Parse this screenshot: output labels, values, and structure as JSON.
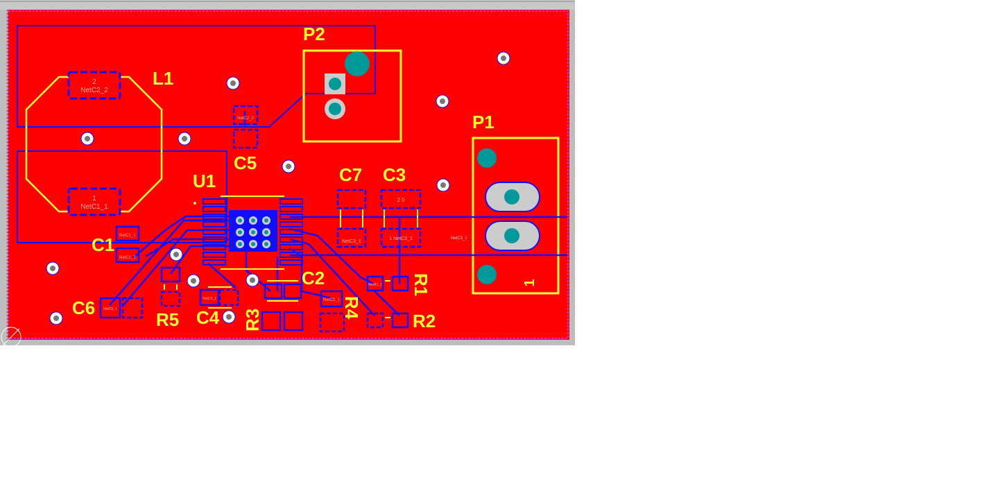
{
  "board": {
    "colors": {
      "copper": "#ff0000",
      "trace": "#1010ff",
      "silkscreen": "#ffff33",
      "pad": "#009999",
      "outline": "#cc33cc",
      "window_bg": "#bdbdbd"
    }
  },
  "components": {
    "L1": "L1",
    "P2": "P2",
    "P1": "P1",
    "U1": "U1",
    "C1": "C1",
    "C2": "C2",
    "C3": "C3",
    "C4": "C4",
    "C5": "C5",
    "C6": "C6",
    "C7": "C7",
    "R1": "R1",
    "R2": "R2",
    "R3": "R3",
    "R4": "R4",
    "R5": "R5",
    "P1_pin1": "1"
  },
  "pads": {
    "L1_top_num": "2",
    "L1_top_net": "NetC2_2",
    "L1_bot_num": "1",
    "L1_bot_net": "NetC1_1",
    "C3_top": "2  0",
    "C3_bot": "1  NetC3_1",
    "C7_bot": "NetC3_1",
    "C1_pad1": "NetC1_1",
    "C1_pad2": "NetC1_2",
    "C2_pad": "NetC2_1",
    "C5_pad": "NetC2_2",
    "C6_pad": "NetC6_1",
    "C4_pad": "NetC4_1",
    "R1_pad": "NetR1_1"
  },
  "nets": {
    "right_trace": "NetC3_1"
  }
}
